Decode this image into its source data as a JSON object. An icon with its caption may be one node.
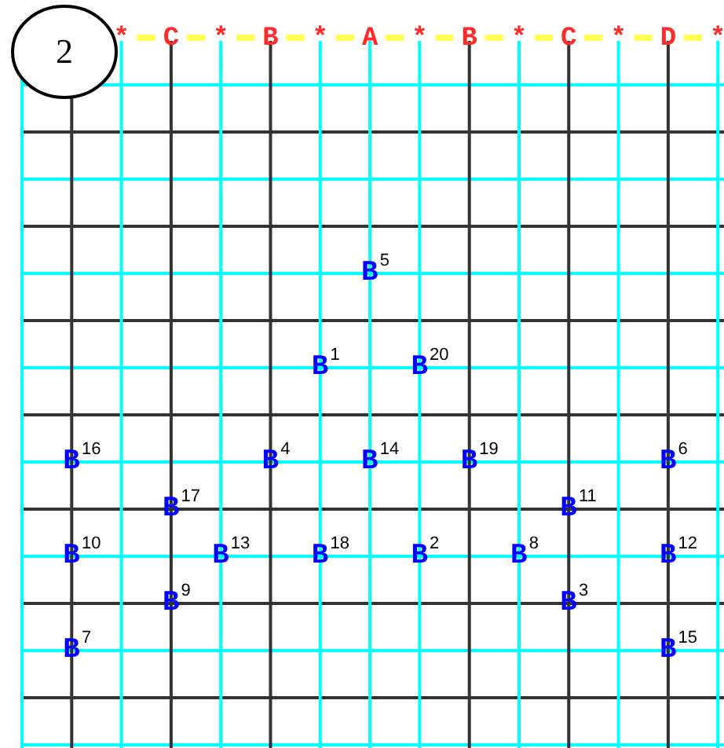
{
  "diagram": {
    "nodes": [
      {
        "text": [
          "2"
        ]
      }
    ],
    "labels": [
      "*",
      "C",
      "*",
      "B",
      "*",
      "A",
      "*",
      "B",
      "*",
      "C",
      "*",
      "D",
      "*",
      "**B**$^{5}$",
      "**B**$^{1}$",
      "**B**$^{20}$",
      "**B**$^{16}$",
      "**B**$^{4}$",
      "**B**$^{14}$",
      "**B**$^{19}$",
      "**B**$^{6}$",
      "**B**$^{17}$",
      "**B**$^{11}$",
      "**B**$^{10}$",
      "**B**$^{13}$",
      "**B**$^{18}$",
      "**B**$^{2}$",
      "**B**$^{8}$",
      "**B**$^{12}$",
      "**B**$^{9}$",
      "**B**$^{3}$",
      "**B**$^{7}$",
      "**B**$^{15}$"
    ]
  }
}
